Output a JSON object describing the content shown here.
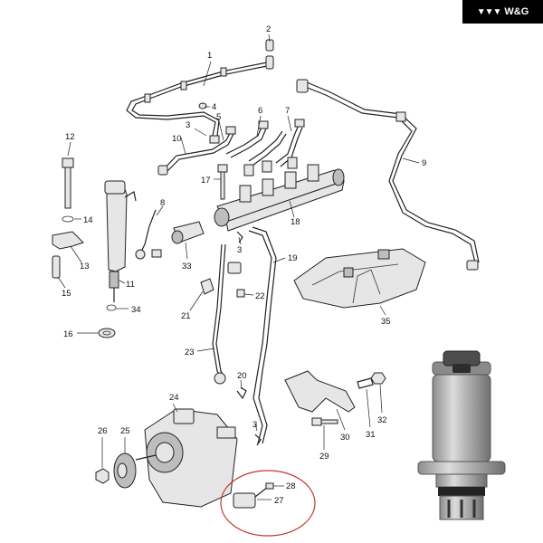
{
  "brand": {
    "logo_text": "W&G"
  },
  "callouts": [
    "1",
    "2",
    "3",
    "4",
    "5",
    "6",
    "7",
    "8",
    "9",
    "10",
    "11",
    "12",
    "13",
    "14",
    "15",
    "16",
    "17",
    "18",
    "19",
    "20",
    "21",
    "22",
    "23",
    "24",
    "25",
    "26",
    "27",
    "28",
    "29",
    "30",
    "31",
    "32",
    "33",
    "34",
    "35",
    "3",
    "3"
  ]
}
